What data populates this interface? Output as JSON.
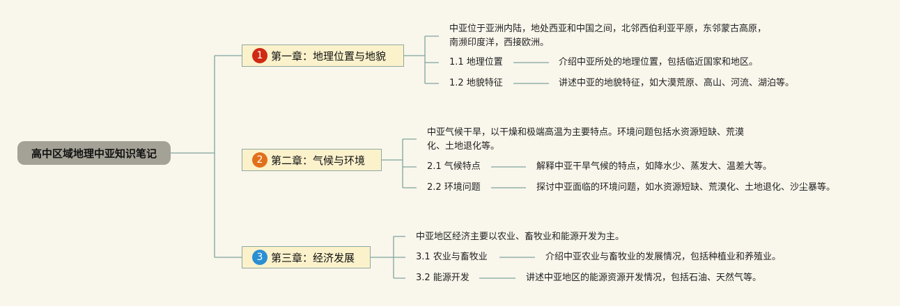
{
  "root": {
    "label": "高中区域地理中亚知识笔记"
  },
  "colors": {
    "badge1": "#cf2a14",
    "badge2": "#e2701a",
    "badge3": "#2a8fd4",
    "line": "#7fa59d"
  },
  "chapters": [
    {
      "number": "1",
      "title": "第一章：地理位置与地貌",
      "summary": [
        "中亚位于亚洲内陆，地处西亚和中国之间，北邻西伯利亚平原，东邻蒙古高原，",
        "南濒印度洋，西接欧洲。"
      ],
      "sections": [
        {
          "label": "1.1 地理位置",
          "detail": "介绍中亚所处的地理位置，包括临近国家和地区。"
        },
        {
          "label": "1.2 地貌特征",
          "detail": "讲述中亚的地貌特征，如大漠荒原、高山、河流、湖泊等。"
        }
      ]
    },
    {
      "number": "2",
      "title": "第二章：气候与环境",
      "summary": [
        "中亚气候干旱，以干燥和极端高温为主要特点。环境问题包括水资源短缺、荒漠",
        "化、土地退化等。"
      ],
      "sections": [
        {
          "label": "2.1 气候特点",
          "detail": "解释中亚干旱气候的特点，如降水少、蒸发大、温差大等。"
        },
        {
          "label": "2.2 环境问题",
          "detail": "探讨中亚面临的环境问题，如水资源短缺、荒漠化、土地退化、沙尘暴等。"
        }
      ]
    },
    {
      "number": "3",
      "title": "第三章：经济发展",
      "summary": [
        "中亚地区经济主要以农业、畜牧业和能源开发为主。"
      ],
      "sections": [
        {
          "label": "3.1 农业与畜牧业",
          "detail": "介绍中亚农业与畜牧业的发展情况，包括种植业和养殖业。"
        },
        {
          "label": "3.2 能源开发",
          "detail": "讲述中亚地区的能源资源开发情况，包括石油、天然气等。"
        }
      ]
    }
  ]
}
